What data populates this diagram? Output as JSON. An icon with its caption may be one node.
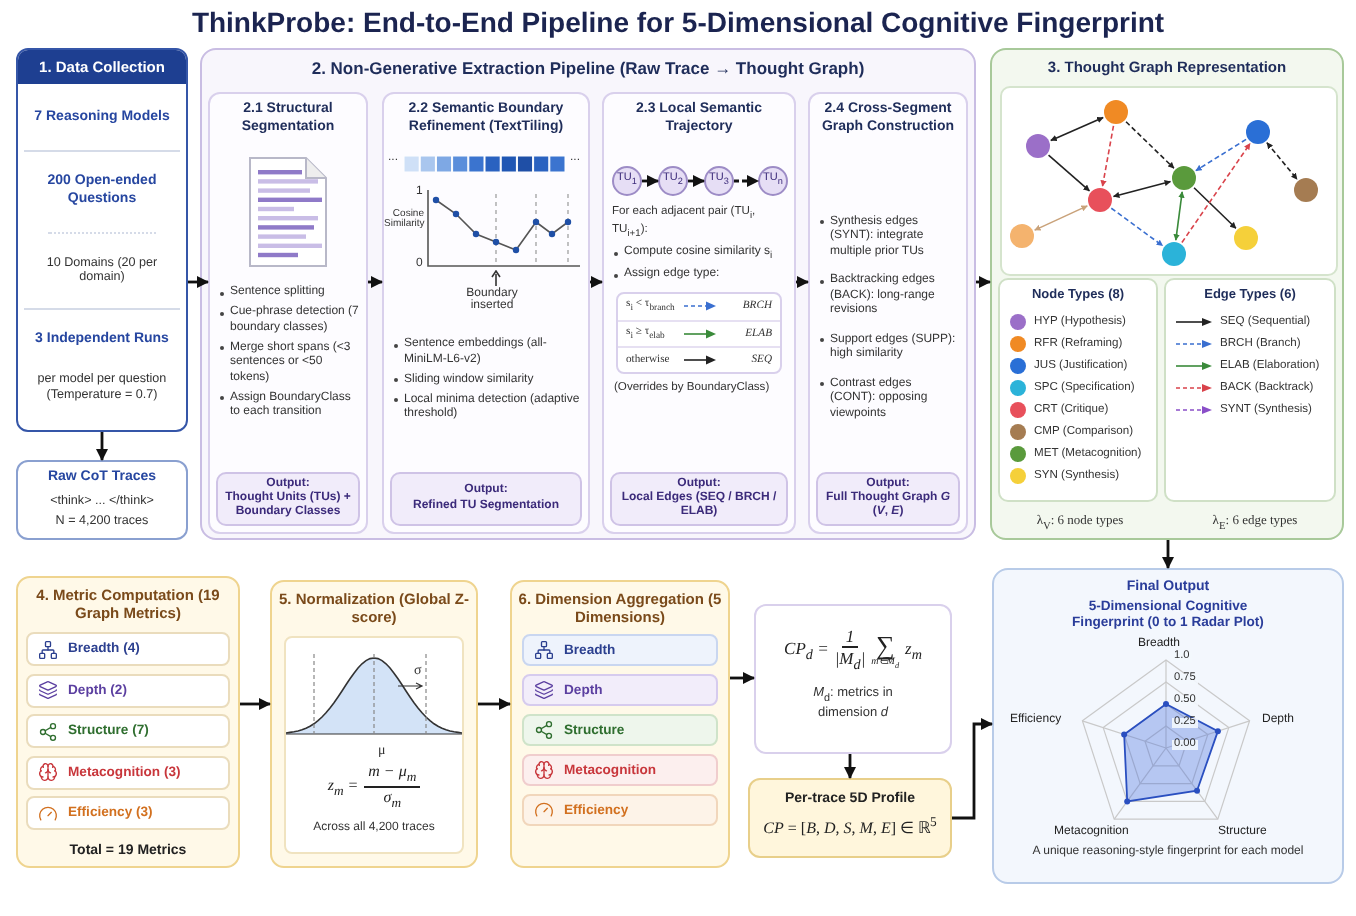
{
  "diagram": {
    "title": "ThinkProbe: End-to-End Pipeline for 5-Dimensional Cognitive Fingerprint",
    "nodes": [
      {
        "text": [
          "1. Data Collection",
          "7 Reasoning Models",
          "200 Open-ended Questions",
          "10 Domains (20 per domain)",
          "3 Independent Runs",
          "per model per question (Temperature = 0.7)"
        ]
      },
      {
        "text": [
          "Raw CoT Traces",
          "<think> ... </think>",
          "N = 4,200 traces"
        ]
      },
      {
        "text": [
          "2. Non-Generative Extraction Pipeline (Raw Trace → Thought Graph)"
        ]
      },
      {
        "text": [
          "2.1 Structural Segmentation",
          "Sentence splitting",
          "Cue-phrase detection (7 boundary classes)",
          "Merge short spans (<3 sentences or <50 tokens)",
          "Assign BoundaryClass to each transition"
        ],
        "in": 2
      },
      {
        "text": [
          "Output:",
          "Thought Units (TUs) + Boundary Classes"
        ],
        "in": 3
      },
      {
        "text": [
          "2.2 Semantic Boundary Refinement (TextTiling)",
          "Sentence embeddings (all-MiniLM-L6-v2)",
          "Sliding window similarity",
          "Local minima detection (adaptive threshold)"
        ],
        "in": 2
      },
      {
        "text": [
          "Output:",
          "Refined TU Segmentation"
        ],
        "in": 5
      },
      {
        "text": [
          "2.3 Local Semantic Trajectory",
          "For each adjacent pair (TU$_{i}$, TU$_{i+1}$):",
          "Compute cosine similarity s$_{i}$",
          "Assign edge type:",
          "(Overrides by BoundaryClass)"
        ],
        "in": 2
      },
      {
        "text": [
          "TU$_{1}$"
        ],
        "in": 7
      },
      {
        "text": [
          "TU$_{2}$"
        ],
        "in": 7
      },
      {
        "text": [
          "TU$_{3}$"
        ],
        "in": 7
      },
      {
        "text": [
          "TU$_{n}$"
        ],
        "in": 7
      },
      {
        "text": [
          "Output:",
          "Local Edges (SEQ / BRCH / ELAB)"
        ],
        "in": 7
      },
      {
        "text": [
          "2.4 Cross-Segment Graph Construction",
          "Synthesis edges (SYNT): integrate multiple prior TUs",
          "Backtracking edges (BACK): long-range revisions",
          "Support edges (SUPP): high similarity",
          "Contrast edges (CONT): opposing viewpoints"
        ],
        "in": 2
      },
      {
        "text": [
          "Output:",
          "Full Thought Graph *G* (*V*, *E*)"
        ],
        "in": 13
      },
      {
        "text": [
          "3. Thought Graph Representation"
        ]
      },
      {
        "text": [
          "Node Types (8)"
        ],
        "in": 15
      },
      {
        "text": [
          "Edge Types (6)"
        ],
        "in": 15
      },
      {
        "text": [
          "4. Metric Computation (19 Graph Metrics)",
          "Total = 19 Metrics"
        ]
      },
      {
        "text": [
          "Breadth (4)"
        ],
        "in": 18
      },
      {
        "text": [
          "Depth (2)"
        ],
        "in": 18
      },
      {
        "text": [
          "Structure (7)"
        ],
        "in": 18
      },
      {
        "text": [
          "Metacognition (3)"
        ],
        "in": 18
      },
      {
        "text": [
          "Efficiency (3)"
        ],
        "in": 18
      },
      {
        "text": [
          "5. Normalization (Global Z-score)",
          "Across all 4,200 traces"
        ]
      },
      {
        "text": [
          "6. Dimension Aggregation (5 Dimensions)"
        ]
      },
      {
        "text": [
          "Breadth"
        ],
        "in": 25
      },
      {
        "text": [
          "Depth"
        ],
        "in": 25
      },
      {
        "text": [
          "Structure"
        ],
        "in": 25
      },
      {
        "text": [
          "Metacognition"
        ],
        "in": 25
      },
      {
        "text": [
          "Efficiency"
        ],
        "in": 25
      },
      {
        "text": [
          "*M*$_{d}$: metrics in dimension *d*"
        ]
      },
      {
        "text": [
          "Per-trace 5D Profile",
          "*CP* = [*B*, *D*, *S*, *M*, *E*] ∈ ℝ$^{5}$"
        ]
      },
      {
        "text": [
          "Final Output",
          "5-Dimensional Cognitive Fingerprint (0 to 1 Radar Plot)",
          "A unique reasoning-style fingerprint for each model"
        ]
      }
    ],
    "edges": [
      {
        "from": 0,
        "to": 1,
        "arrow": "to"
      },
      {
        "from": 0,
        "to": 3,
        "arrow": "to"
      },
      {
        "from": 3,
        "to": 5,
        "arrow": "to"
      },
      {
        "from": 5,
        "to": 7,
        "arrow": "to"
      },
      {
        "from": 7,
        "to": 13,
        "arrow": "to"
      },
      {
        "from": 2,
        "to": 15,
        "arrow": "to"
      },
      {
        "from": 8,
        "to": 9,
        "arrow": "to"
      },
      {
        "from": 9,
        "to": 10,
        "arrow": "to"
      },
      {
        "from": 10,
        "to": 11,
        "arrow": "to",
        "style": "dashed"
      },
      {
        "from": 15,
        "to": 33,
        "arrow": "to"
      },
      {
        "from": 18,
        "to": 24,
        "arrow": "to"
      },
      {
        "from": 24,
        "to": 25,
        "arrow": "to"
      },
      {
        "from": 25,
        "to": 31,
        "arrow": "to"
      },
      {
        "from": 31,
        "to": 32,
        "arrow": "to"
      },
      {
        "from": 32,
        "to": 33,
        "arrow": "to"
      }
    ],
    "labels": [
      "...",
      "...",
      "1",
      "Cosine Similarity",
      "0",
      "Boundary inserted",
      "s$_{i}$ < τ$_{branch}$",
      "BRCH",
      "s$_{i}$ ≥ τ$_{elab}$",
      "ELAB",
      "otherwise",
      "SEQ",
      "λ$_{V}$: 6 node types",
      "λ$_{E}$: 6 edge types",
      "σ",
      "μ",
      "z$_{m}$ =",
      "m − μ$_{m}$",
      "σ$_{m}$",
      "CP$_{d}$ =",
      "1",
      "|M$_{d}$|",
      "∑",
      "m∈M$_{d}$",
      "z$_{m}$",
      "Breadth",
      "1.0",
      "0.75",
      "0.50",
      "0.25",
      "0.00",
      "Efficiency",
      "Depth",
      "Metacognition",
      "Structure"
    ],
    "legend": [
      {
        "text": "HYP (Hypothesis)",
        "color": "#9b6fc8"
      },
      {
        "text": "RFR (Reframing)",
        "color": "#f08a24"
      },
      {
        "text": "JUS (Justification)",
        "color": "#2a6fd6"
      },
      {
        "text": "SPC (Specification)",
        "color": "#2bb3d9"
      },
      {
        "text": "CRT (Critique)",
        "color": "#e8505b"
      },
      {
        "text": "CMP (Comparison)",
        "color": "#a57c52"
      },
      {
        "text": "MET (Metacognition)",
        "color": "#5a9a3c"
      },
      {
        "text": "SYN (Synthesis)",
        "color": "#f5d03a"
      },
      {
        "text": "SEQ (Sequential)"
      },
      {
        "text": "BRCH (Branch)"
      },
      {
        "text": "ELAB (Elaboration)"
      },
      {
        "text": "BACK (Backtrack)"
      },
      {
        "text": "SYNT (Synthesis)"
      }
    ]
  }
}
